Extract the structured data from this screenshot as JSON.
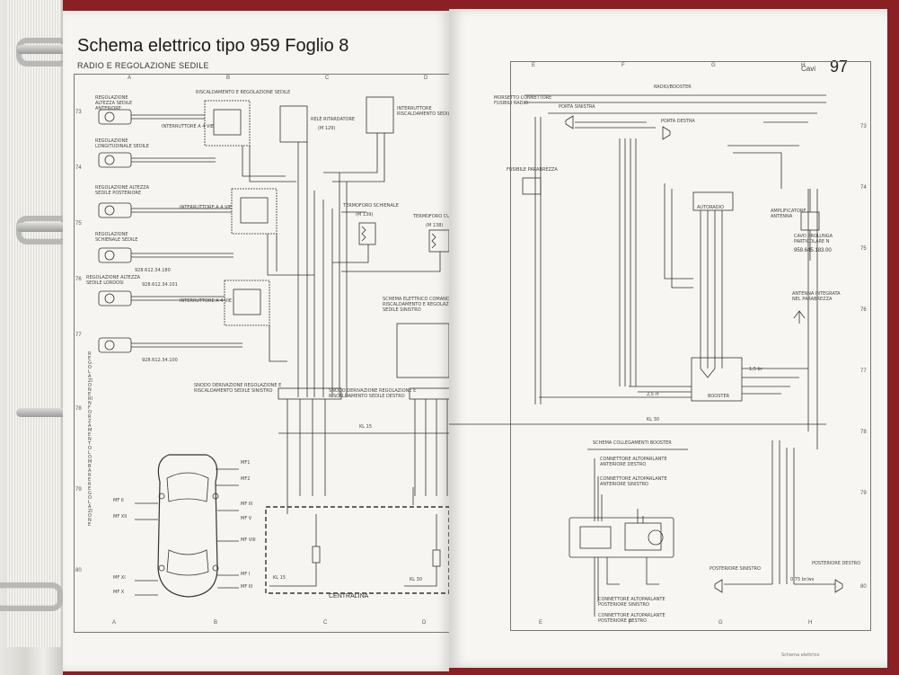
{
  "left_page": {
    "title": "Schema elettrico tipo 959 Foglio 8",
    "subtitle": "RADIO E REGOLAZIONE SEDILE",
    "top_grid": [
      "A",
      "B",
      "C",
      "D"
    ],
    "bottom_grid": [
      "A",
      "B",
      "C",
      "D"
    ],
    "side_grid": [
      "73",
      "74",
      "75",
      "76",
      "77",
      "78",
      "79",
      "80"
    ],
    "labels": {
      "seat_section": "RISCALDAMENTO E REGOLAZIONE SEDILE",
      "front_height": "REGOLAZIONE ALTEZZA SEDILE ANTERIORE",
      "lengthwise": "REGOLAZIONE LONGITUDINALE SEDILE",
      "rear_height": "REGOLAZIONE ALTEZZA SEDILE POSTERIORE",
      "backrest": "REGOLAZIONE SCHIENALE SEDILE",
      "lordosis": "REGOLAZIONE ALTEZZA SEDILE LORDOSI",
      "switch4": "INTERRUTTORE A 4 VIE",
      "delay_relay": "RELÈ RITARDATORE",
      "heating_switch": "INTERRUTTORE RISCALDAMENTO SEDILE",
      "backrest_heater": "TERMOFORO SCHIENALE",
      "cushion_heater": "TERMOFORO CUSCINO",
      "schema_seat": "SCHEMA ELETTRICO COMANDO RISCALDAMENTO E REGOLAZIONE SEDILE SINISTRO",
      "node_left": "SNODO DERIVAZIONE REGOLAZIONE E RISCALDAMENTO SEDILE SINISTRO",
      "node_right": "SNODO DERIVAZIONE REGOLAZIONE E RISCALDAMENTO SEDILE DESTRO",
      "vertical_note": "REGOLAZIONE RINFORZAMENTO LOMBARE REGOLAZIONE",
      "centralina": "CENTRALINA",
      "kl15": "KL 15",
      "kl30": "KL 30",
      "m139": "(M 139)",
      "m138": "(M 138)",
      "m129": "(M 129)",
      "part1": "928.612.34.100",
      "part2": "928.612.34.101",
      "part3": "928.612.34.180",
      "mf_labels": [
        "MF1",
        "MF2",
        "MF III",
        "MF V",
        "MF VIII",
        "MF II",
        "MF XII",
        "MF I",
        "MF III",
        "MF XI",
        "MF X"
      ]
    }
  },
  "right_page": {
    "page_number": "97",
    "cavi": "Cavi",
    "top_grid": [
      "E",
      "F",
      "G",
      "H"
    ],
    "bottom_grid": [
      "E",
      "F",
      "G",
      "H"
    ],
    "side_grid": [
      "73",
      "74",
      "75",
      "76",
      "77",
      "78",
      "79",
      "80"
    ],
    "labels": {
      "radio_booster": "RADIO/BOOSTER",
      "fuse_connector": "MORSETTO CONNETTORE FUSIBILI RADIO",
      "left_door": "PORTA SINISTRA",
      "right_door": "PORTA DESTRA",
      "antenna_fuse": "FUSIBILE PARABREZZA",
      "autoradio": "AUTORADIO",
      "amp_antenna": "AMPLIFICATORE ANTENNA",
      "cable_ext": "CAVO PROLUNGA PARTICOLARE N",
      "part_no": "959.645.183.00",
      "integrated_antenna": "ANTENNA INTEGRATA NEL PARABREZZA",
      "booster": "BOOSTER",
      "booster_schema": "SCHEMA COLLEGAMENTI BOOSTER",
      "conn_front_right": "CONNETTORE ALTOPARLANTE ANTERIORE DESTRO",
      "conn_front_left": "CONNETTORE ALTOPARLANTE ANTERIORE SINISTRO",
      "conn_rear_left": "CONNETTORE ALTOPARLANTE POSTERIORE SINISTRO",
      "conn_rear_right": "CONNETTORE ALTOPARLANTE POSTERIORE DESTRO",
      "rear_left": "POSTERIORE SINISTRO",
      "rear_right": "POSTERIORE DESTRO",
      "kl30": "KL 30",
      "wire_075": "0,75 br/ws",
      "wire_25": "2,5 rt",
      "wire_15": "1,5 br"
    },
    "footer_note": "Schema elettrico"
  }
}
